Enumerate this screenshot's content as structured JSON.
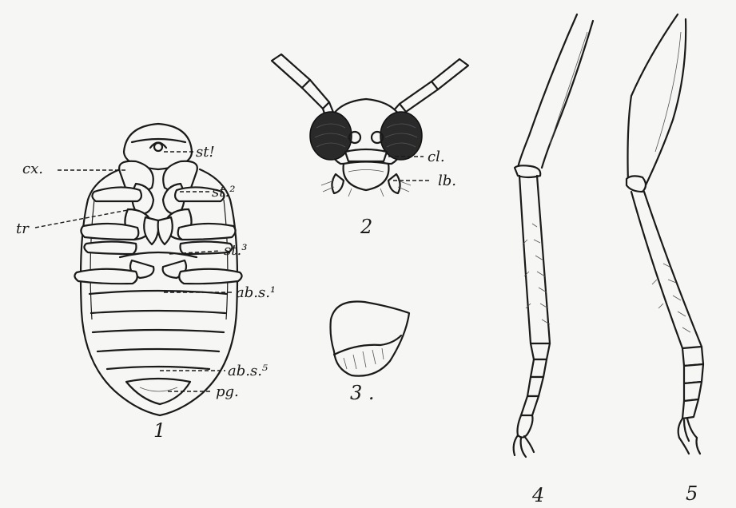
{
  "figure_numbers": [
    "1",
    "2",
    "3 .",
    "4",
    "5"
  ],
  "labels": {
    "st1": "st!",
    "cx": "cx.",
    "st2": "st.²",
    "tr": "tr",
    "st3": "st.³",
    "abs1": "ab.s.¹",
    "abs5": "ab.s.⁵",
    "pg": "pg.",
    "cl": "cl.",
    "lb": "lb."
  }
}
